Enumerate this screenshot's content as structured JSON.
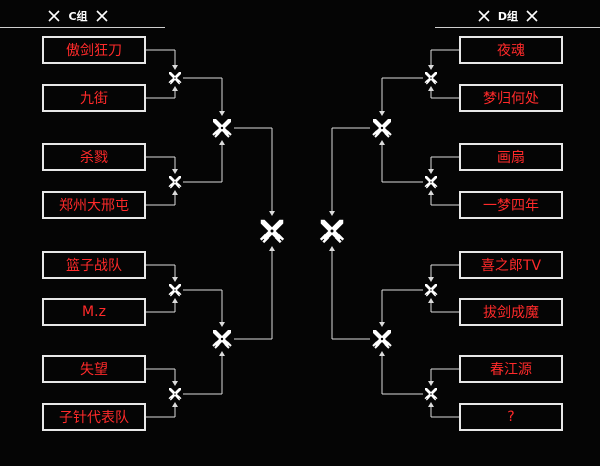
{
  "groups": {
    "c": {
      "title": "C组",
      "teams": [
        "傲剑狂刀",
        "九街",
        "杀戮",
        "郑州大邢屯",
        "篮子战队",
        "M.z",
        "失望",
        "子针代表队"
      ]
    },
    "d": {
      "title": "D组",
      "teams": [
        "夜魂",
        "梦归何处",
        "画扇",
        "一梦四年",
        "喜之郎TV",
        "拔剑成魔",
        "春江源",
        "?"
      ]
    }
  },
  "icons": {
    "match": "crossed-swords-icon",
    "header": "crossed-swords-small-icon"
  },
  "colors": {
    "background": "#050505",
    "team_text": "#ff2a2a",
    "lines": "#dcdcdc"
  }
}
